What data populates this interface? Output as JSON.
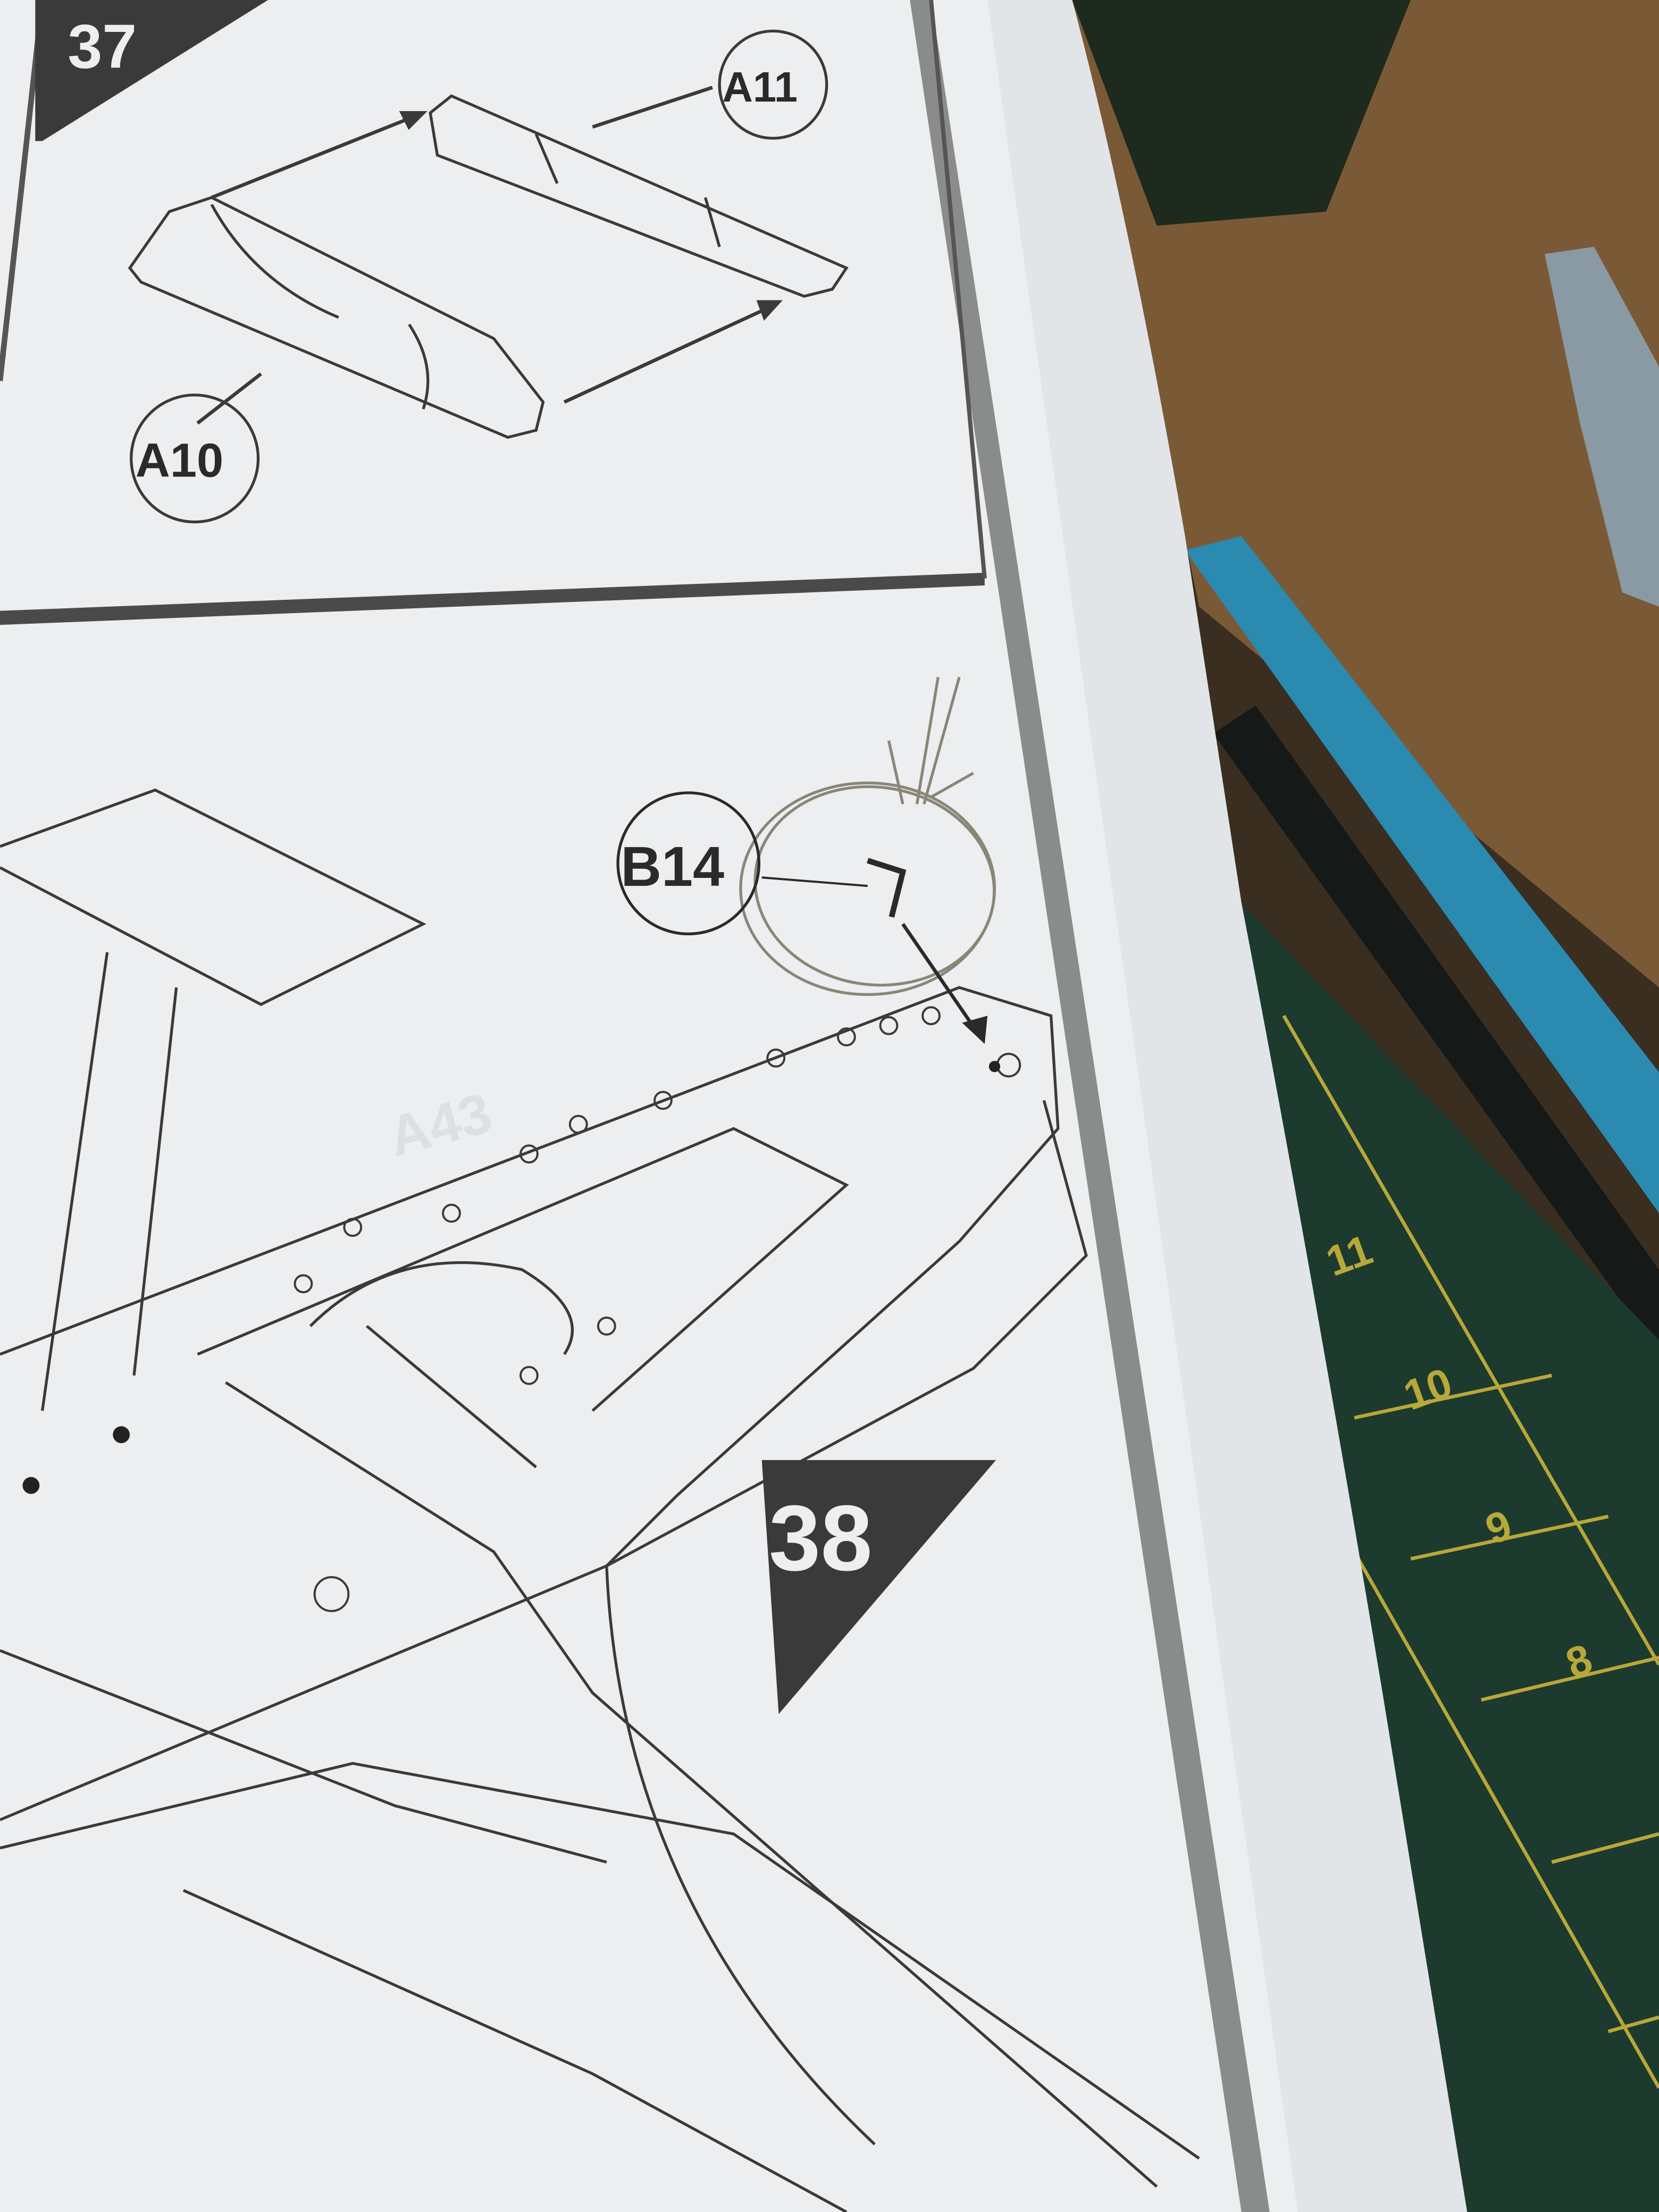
{
  "instruction_sheet": {
    "steps": [
      {
        "number": "37",
        "parts": [
          "A11",
          "A10"
        ]
      },
      {
        "number": "38",
        "parts": [
          "B14"
        ]
      }
    ],
    "show_through_label": "A43"
  },
  "cutting_mat": {
    "ruler_numbers": [
      "11",
      "10",
      "9",
      "8"
    ]
  },
  "colors": {
    "paper": "#eceef0",
    "ink": "#3a3a3a",
    "frame_gray": "#8a8c8c",
    "mat_green": "#1d3a2e",
    "mat_lines": "#b8a83a",
    "wood": "#6a4a2a",
    "blue_rail": "#2a8ab0",
    "pencil": "#8a8676"
  }
}
